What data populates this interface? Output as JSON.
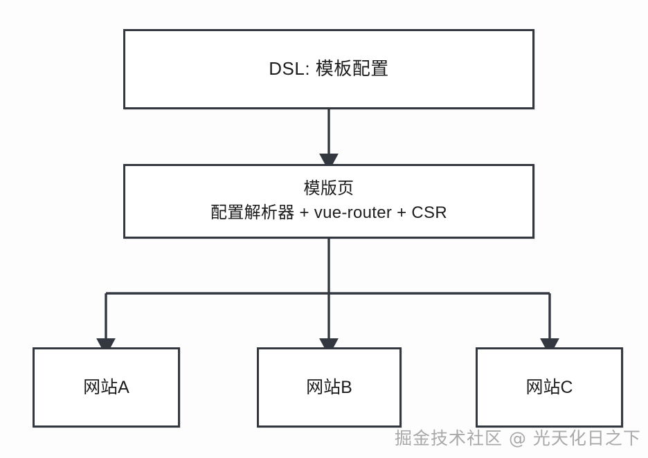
{
  "diagram": {
    "type": "flowchart",
    "direction": "top-down",
    "background_color": "#fdfdfd",
    "node_border_color": "#333840",
    "node_fill_color": "#ffffff",
    "connector_color": "#333840",
    "nodes": [
      {
        "id": "dsl",
        "label": "DSL: 模板配置",
        "level": 1
      },
      {
        "id": "template",
        "label": "模版页\n配置解析器 + vue-router + CSR",
        "line1": "模版页",
        "line2": "配置解析器 + vue-router + CSR",
        "level": 2
      },
      {
        "id": "site-a",
        "label": "网站A",
        "level": 3
      },
      {
        "id": "site-b",
        "label": "网站B",
        "level": 3
      },
      {
        "id": "site-c",
        "label": "网站C",
        "level": 3
      }
    ],
    "edges": [
      {
        "from": "dsl",
        "to": "template",
        "arrow": "solid-triangle"
      },
      {
        "from": "template",
        "to": "site-a",
        "arrow": "solid-triangle"
      },
      {
        "from": "template",
        "to": "site-b",
        "arrow": "solid-triangle"
      },
      {
        "from": "template",
        "to": "site-c",
        "arrow": "solid-triangle"
      }
    ]
  },
  "watermark": {
    "text": "掘金技术社区 @ 光天化日之下",
    "color": "#9a9a9a"
  }
}
